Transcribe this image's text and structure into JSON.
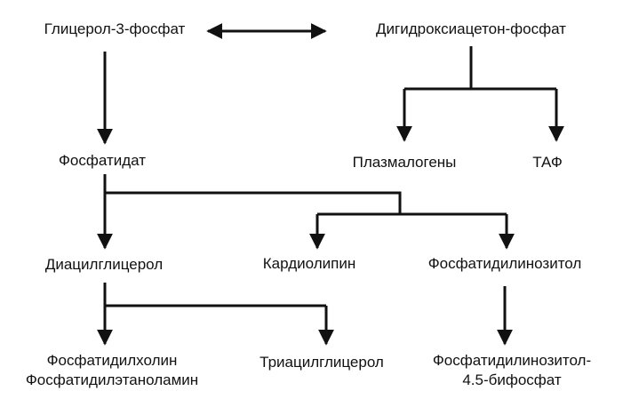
{
  "nodes": {
    "glycerol3p": "Глицерол-3-фосфат",
    "dhap": "Дигидроксиацетон-фосфат",
    "plasmalogens": "Плазмалогены",
    "taf": "ТАФ",
    "phosphatidate": "Фосфатидат",
    "diacylglycerol": "Диацилглицерол",
    "cardiolipin": "Кардиолипин",
    "phosphatidylinositol": "Фосфатидилинозитол",
    "phosphatidylcholine": "Фосфатидилхолин",
    "phosphatidylethanolamine": "Фосфатидилэтаноламин",
    "triacylglycerol": "Триацилглицерол",
    "pip2_line1": "Фосфатидилинозитол-",
    "pip2_line2": "4.5-бифосфат"
  },
  "edges": [
    {
      "from": "glycerol3p",
      "to": "dhap",
      "type": "reversible"
    },
    {
      "from": "glycerol3p",
      "to": "phosphatidate",
      "type": "arrow"
    },
    {
      "from": "dhap",
      "to": [
        "plasmalogens",
        "taf"
      ],
      "type": "branch"
    },
    {
      "from": "phosphatidate",
      "to": [
        "diacylglycerol",
        "cardiolipin",
        "phosphatidylinositol"
      ],
      "type": "branch"
    },
    {
      "from": "diacylglycerol",
      "to": [
        "phosphatidylcholine",
        "triacylglycerol"
      ],
      "type": "branch"
    },
    {
      "from": "phosphatidylinositol",
      "to": "pip2_line1",
      "type": "arrow"
    }
  ],
  "style": {
    "line_color": "#111111"
  }
}
